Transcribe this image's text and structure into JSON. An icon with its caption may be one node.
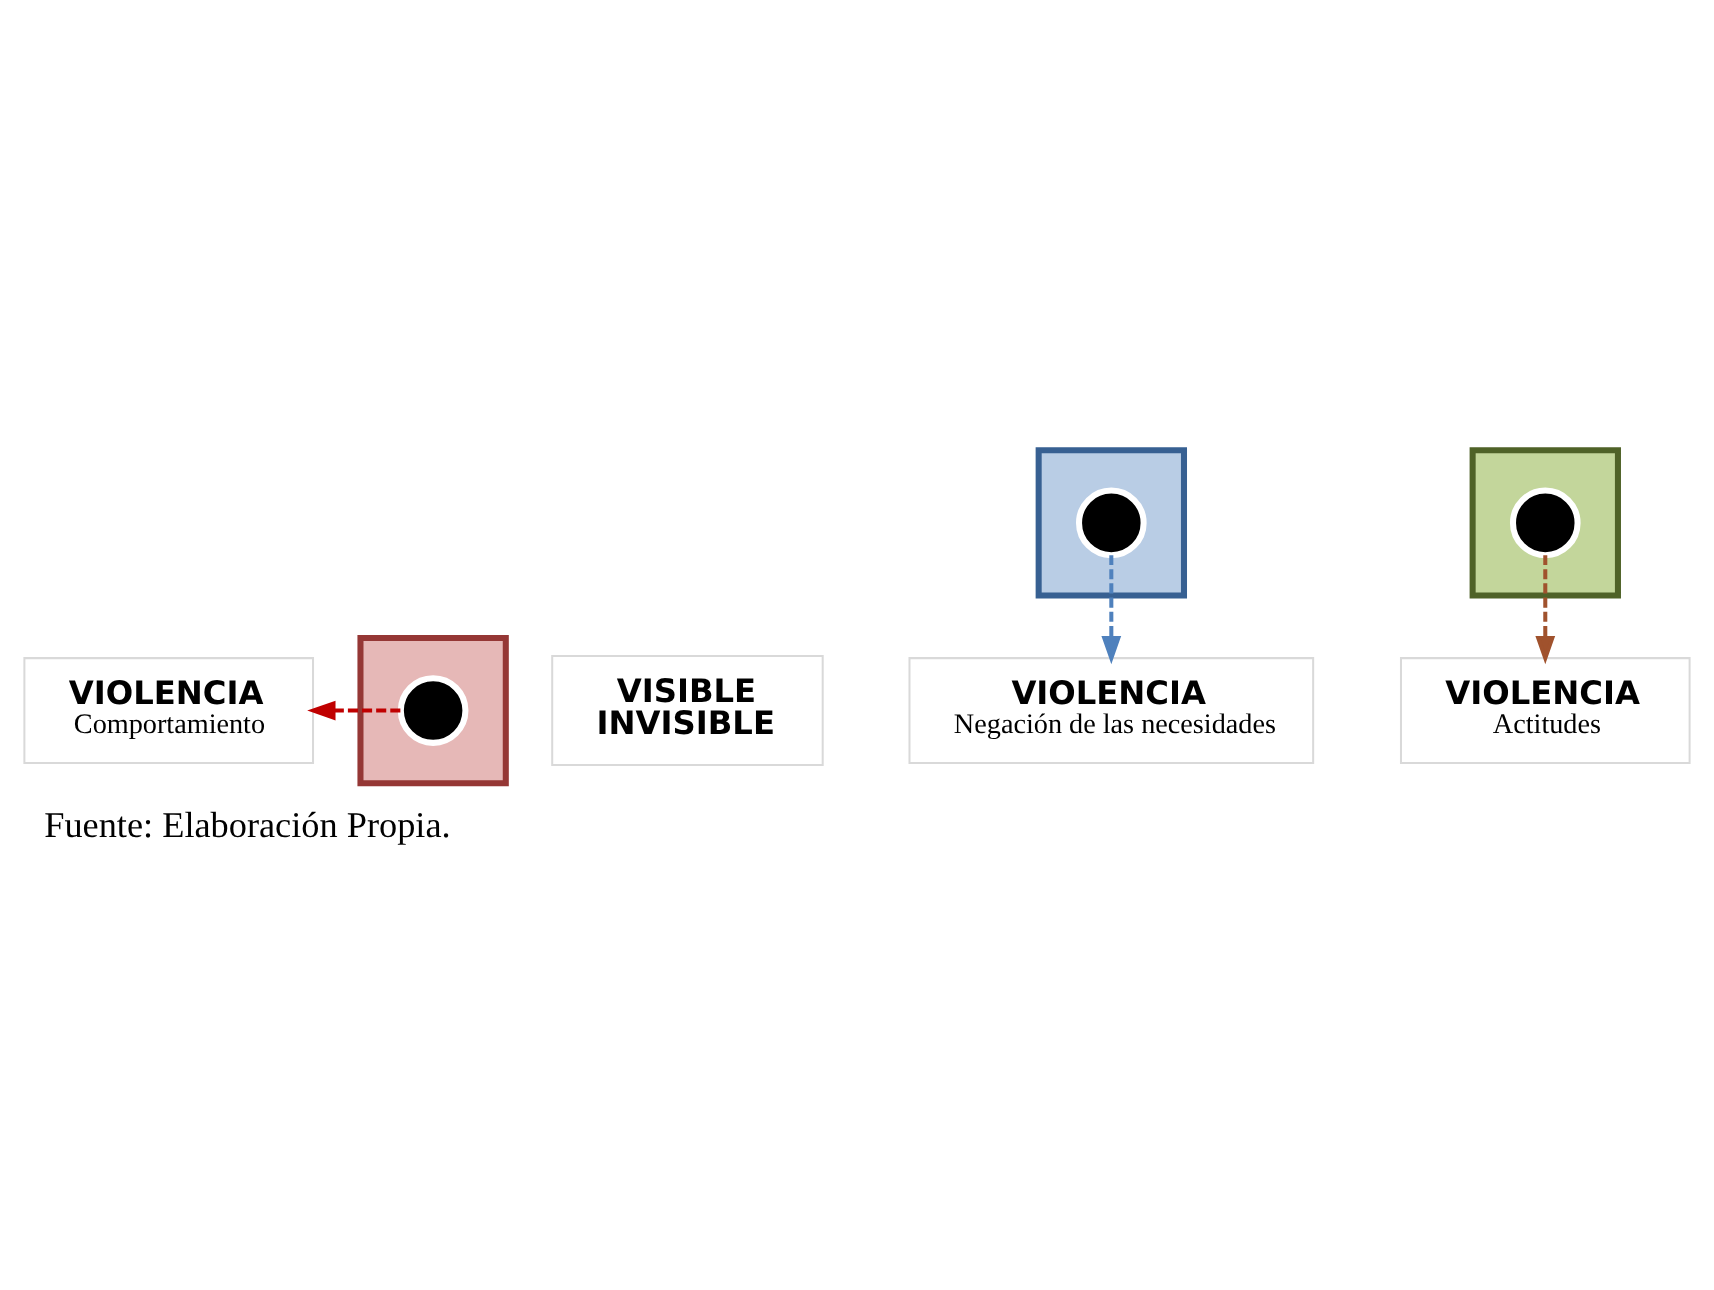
{
  "diagram": {
    "caption": "Fuente: Elaboración Propia.",
    "nodes": [
      {
        "text": [
          "VIOLENCIA",
          "Comportamiento"
        ]
      },
      {
        "text": [],
        "shape": "bar"
      },
      {
        "text": [],
        "shape": "circle",
        "in": 1
      },
      {
        "text": [
          "VISIBLE",
          "INVISIBLE"
        ]
      },
      {
        "text": [],
        "shape": "bar"
      },
      {
        "text": [],
        "shape": "bar"
      },
      {
        "text": [],
        "shape": "circle",
        "in": 5
      },
      {
        "text": [],
        "shape": "circle",
        "in": 4
      },
      {
        "text": [
          "VIOLENCIA",
          "Actitudes"
        ]
      },
      {
        "text": [
          "VIOLENCIA",
          "Negación de las necesidades"
        ]
      }
    ],
    "edges": [
      {
        "from": 2,
        "to": 0,
        "arrow": "to",
        "style": "dashed",
        "color": "#c00000"
      },
      {
        "from": 6,
        "to": 8,
        "arrow": "to",
        "style": "dashed",
        "color": "#a0522d"
      },
      {
        "from": 7,
        "to": 9,
        "arrow": "to",
        "style": "dashed",
        "color": "#4f81bd"
      }
    ]
  }
}
